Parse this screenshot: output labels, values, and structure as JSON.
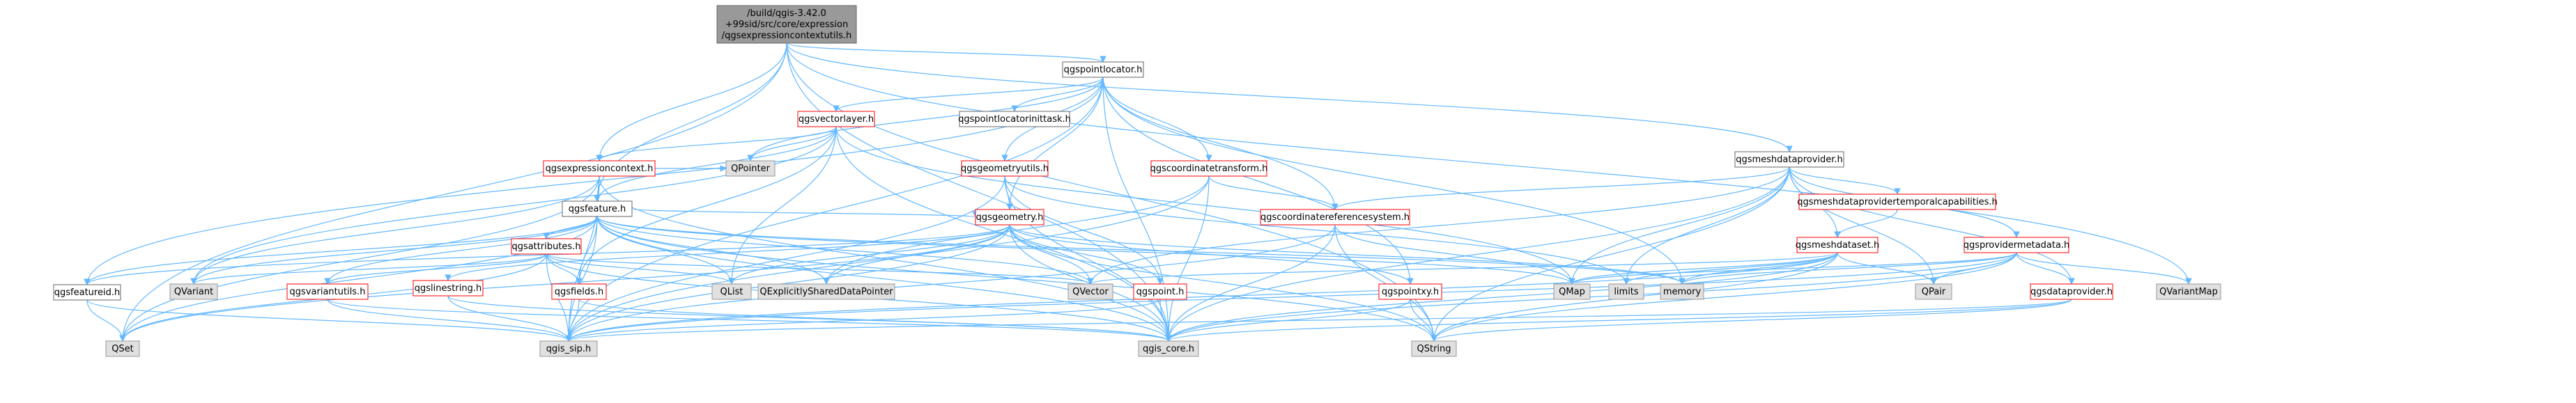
{
  "colors": {
    "edge": "#63b8ff",
    "root_fill": "#999999",
    "red_border": "#ff0000",
    "plain_border": "#bfbfbf"
  },
  "nodes": [
    {
      "id": "root",
      "lines": [
        "/build/qgis-3.42.0",
        "+99sid/src/core/expression",
        "/qgsexpressioncontextutils.h"
      ],
      "style": "gray"
    },
    {
      "id": "qgspointlocator",
      "lines": [
        "qgspointlocator.h"
      ],
      "style": "plain"
    },
    {
      "id": "qgsvectorlayer",
      "lines": [
        "qgsvectorlayer.h"
      ],
      "style": "red"
    },
    {
      "id": "qgspointlocatorinittask",
      "lines": [
        "qgspointlocatorinittask.h"
      ],
      "style": "plain"
    },
    {
      "id": "qgsexpressioncontext",
      "lines": [
        "qgsexpressioncontext.h"
      ],
      "style": "red"
    },
    {
      "id": "QPointer",
      "lines": [
        "QPointer"
      ],
      "style": "plain-gray"
    },
    {
      "id": "qgsgeometryutils",
      "lines": [
        "qgsgeometryutils.h"
      ],
      "style": "red"
    },
    {
      "id": "qgscoordinatetransform",
      "lines": [
        "qgscoordinatetransform.h"
      ],
      "style": "red"
    },
    {
      "id": "qgsmeshdataprovider",
      "lines": [
        "qgsmeshdataprovider.h"
      ],
      "style": "plain"
    },
    {
      "id": "qgsfeature",
      "lines": [
        "qgsfeature.h"
      ],
      "style": "plain"
    },
    {
      "id": "qgsgeometry",
      "lines": [
        "qgsgeometry.h"
      ],
      "style": "red"
    },
    {
      "id": "qgscoordinatereferencesystem",
      "lines": [
        "qgscoordinatereferencesystem.h"
      ],
      "style": "red"
    },
    {
      "id": "qgsmeshdataprovidertemporalcapabilities",
      "lines": [
        "qgsmeshdataprovidertemporalcapabilities.h"
      ],
      "style": "red"
    },
    {
      "id": "qgsmeshdataset",
      "lines": [
        "qgsmeshdataset.h"
      ],
      "style": "red"
    },
    {
      "id": "qgsprovidermetadata",
      "lines": [
        "qgsprovidermetadata.h"
      ],
      "style": "red"
    },
    {
      "id": "qgsattributes",
      "lines": [
        "qgsattributes.h"
      ],
      "style": "red"
    },
    {
      "id": "qgsfeatureid",
      "lines": [
        "qgsfeatureid.h"
      ],
      "style": "plain"
    },
    {
      "id": "QVariant",
      "lines": [
        "QVariant"
      ],
      "style": "plain-gray"
    },
    {
      "id": "qgsvariantutils",
      "lines": [
        "qgsvariantutils.h"
      ],
      "style": "red"
    },
    {
      "id": "qgsfields",
      "lines": [
        "qgsfields.h"
      ],
      "style": "red"
    },
    {
      "id": "qgslinestring",
      "lines": [
        "qgslinestring.h"
      ],
      "style": "red"
    },
    {
      "id": "QList",
      "lines": [
        "QList"
      ],
      "style": "plain-gray"
    },
    {
      "id": "QExplicitlySharedDataPointer",
      "lines": [
        "QExplicitlySharedDataPointer"
      ],
      "style": "plain-gray"
    },
    {
      "id": "QVector",
      "lines": [
        "QVector"
      ],
      "style": "plain-gray"
    },
    {
      "id": "qgspoint",
      "lines": [
        "qgspoint.h"
      ],
      "style": "red"
    },
    {
      "id": "qgspointxy",
      "lines": [
        "qgspointxy.h"
      ],
      "style": "red"
    },
    {
      "id": "QMap",
      "lines": [
        "QMap"
      ],
      "style": "plain-gray"
    },
    {
      "id": "limits",
      "lines": [
        "limits"
      ],
      "style": "plain-gray"
    },
    {
      "id": "memory",
      "lines": [
        "memory"
      ],
      "style": "plain-gray"
    },
    {
      "id": "QPair",
      "lines": [
        "QPair"
      ],
      "style": "plain-gray"
    },
    {
      "id": "qgsdataprovider",
      "lines": [
        "qgsdataprovider.h"
      ],
      "style": "red"
    },
    {
      "id": "QVariantMap",
      "lines": [
        "QVariantMap"
      ],
      "style": "plain-gray"
    },
    {
      "id": "QSet",
      "lines": [
        "QSet"
      ],
      "style": "plain-gray"
    },
    {
      "id": "qgis_sip",
      "lines": [
        "qgis_sip.h"
      ],
      "style": "plain-gray"
    },
    {
      "id": "qgis_core",
      "lines": [
        "qgis_core.h"
      ],
      "style": "plain-gray"
    },
    {
      "id": "QString",
      "lines": [
        "QString"
      ],
      "style": "plain-gray"
    }
  ]
}
